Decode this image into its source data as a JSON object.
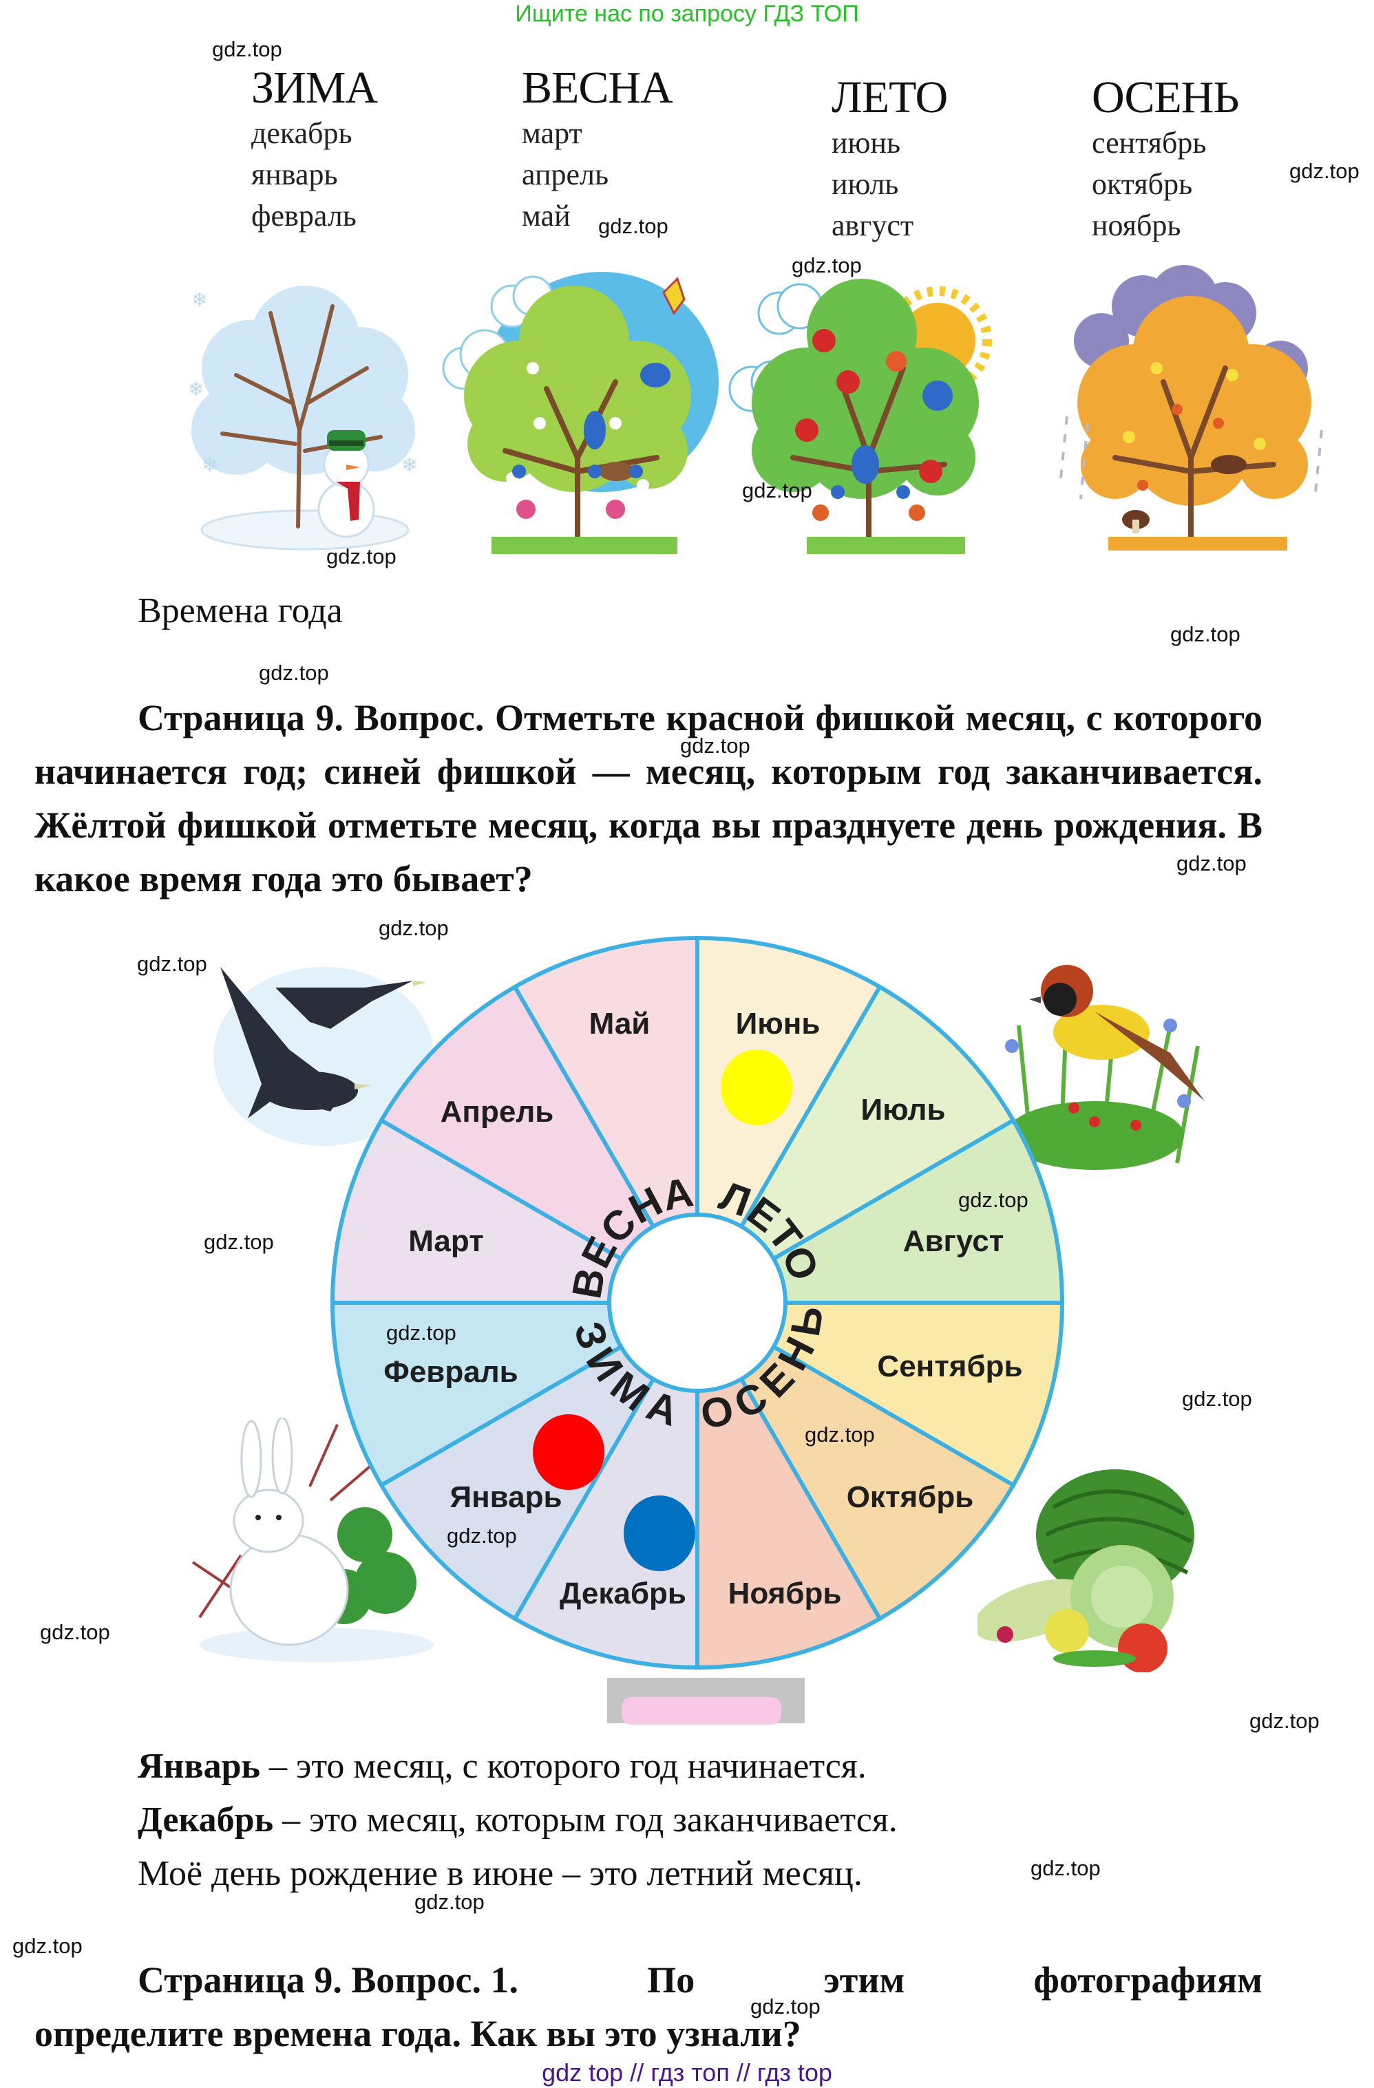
{
  "header": {
    "banner": "Ищите нас по запросу ГДЗ ТОП"
  },
  "seasons_table": [
    {
      "title": "ЗИМА",
      "months": [
        "декабрь",
        "январь",
        "февраль"
      ]
    },
    {
      "title": "ВЕСНА",
      "months": [
        "март",
        "апрель",
        "май"
      ]
    },
    {
      "title": "ЛЕТО",
      "months": [
        "июнь",
        "июль",
        "август"
      ]
    },
    {
      "title": "ОСЕНЬ",
      "months": [
        "сентябрь",
        "октябрь",
        "ноябрь"
      ]
    }
  ],
  "illustrations": {
    "trees": [
      "winter-tree-snowman",
      "spring-tree-blossom",
      "summer-tree-apples",
      "autumn-tree-rain"
    ],
    "wheel_side": [
      "rooks-flying",
      "bird-in-grass",
      "white-hare",
      "vegetables"
    ]
  },
  "caption": "Времена года",
  "question1": {
    "text": "Страница 9. Вопрос. Отметьте красной фишкой месяц, с которого начинается год; синей фишкой — месяц, которым год заканчивается. Жёлтой фишкой отметьте месяц, когда вы празднуете день рождения. В какое время года это бывает?"
  },
  "wheel": {
    "months": [
      "Июнь",
      "Июль",
      "Август",
      "Сентябрь",
      "Октябрь",
      "Ноябрь",
      "Декабрь",
      "Январь",
      "Февраль",
      "Март",
      "Апрель",
      "Май"
    ],
    "seasons": [
      "ЛЕТО",
      "ОСЕНЬ",
      "ЗИМА",
      "ВЕСНА"
    ],
    "segment_colors": {
      "summer": [
        "#fbf0d4",
        "#e5f0cd",
        "#d6ebc0"
      ],
      "autumn": [
        "#faeaa9",
        "#f7d9a7",
        "#f6cdbd"
      ],
      "winter": [
        "#e3e0ee",
        "#d8e0f0",
        "#c4e6f3"
      ],
      "spring": [
        "#ede0ee",
        "#f5d6e6",
        "#f7dde2"
      ]
    },
    "border_color": "#3cb0e3",
    "chips": [
      {
        "color": "red",
        "hex": "#ff0000",
        "month": "Январь"
      },
      {
        "color": "blue",
        "hex": "#0070c0",
        "month": "Декабрь"
      },
      {
        "color": "yellow",
        "hex": "#ffff00",
        "month": "Июнь"
      }
    ]
  },
  "answers": {
    "line1": {
      "bold": "Январь",
      "rest": " – это месяц, с которого год начинается."
    },
    "line2": {
      "bold": "Декабрь",
      "rest": " – это месяц, которым год заканчивается."
    },
    "line3": {
      "text": "Моё день рождение в июне – это летний месяц."
    }
  },
  "question2": {
    "line1_parts": [
      "Страница 9. Вопрос. 1.",
      "По",
      "этим",
      "фотографиям"
    ],
    "line2": "определите времена года. Как вы это узнали?"
  },
  "watermark": "gdz.top",
  "footer": {
    "text": "gdz top  //  гдз топ  //  гдз top"
  }
}
